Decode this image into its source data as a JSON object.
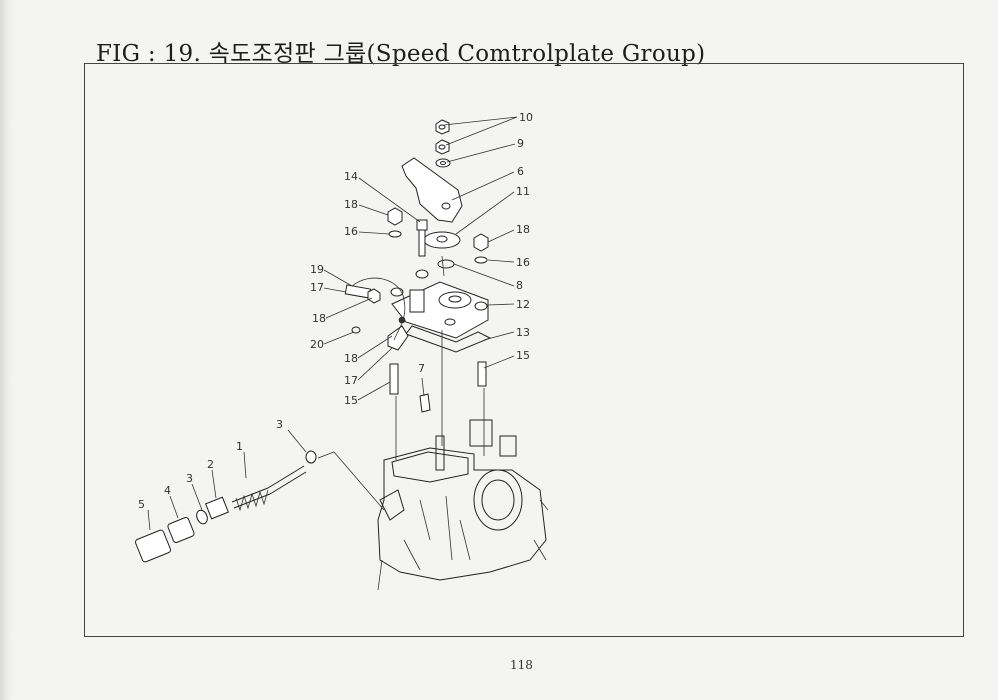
{
  "figure": {
    "title": "FIG : 19. 속도조정판 그룹(Speed Comtrolplate Group)",
    "page_number": "118"
  },
  "callouts": [
    "10",
    "9",
    "6",
    "11",
    "14",
    "18",
    "16",
    "18",
    "16",
    "8",
    "19",
    "17",
    "12",
    "18",
    "13",
    "20",
    "18",
    "15",
    "17",
    "7",
    "15",
    "3",
    "1",
    "2",
    "3",
    "4",
    "5"
  ]
}
